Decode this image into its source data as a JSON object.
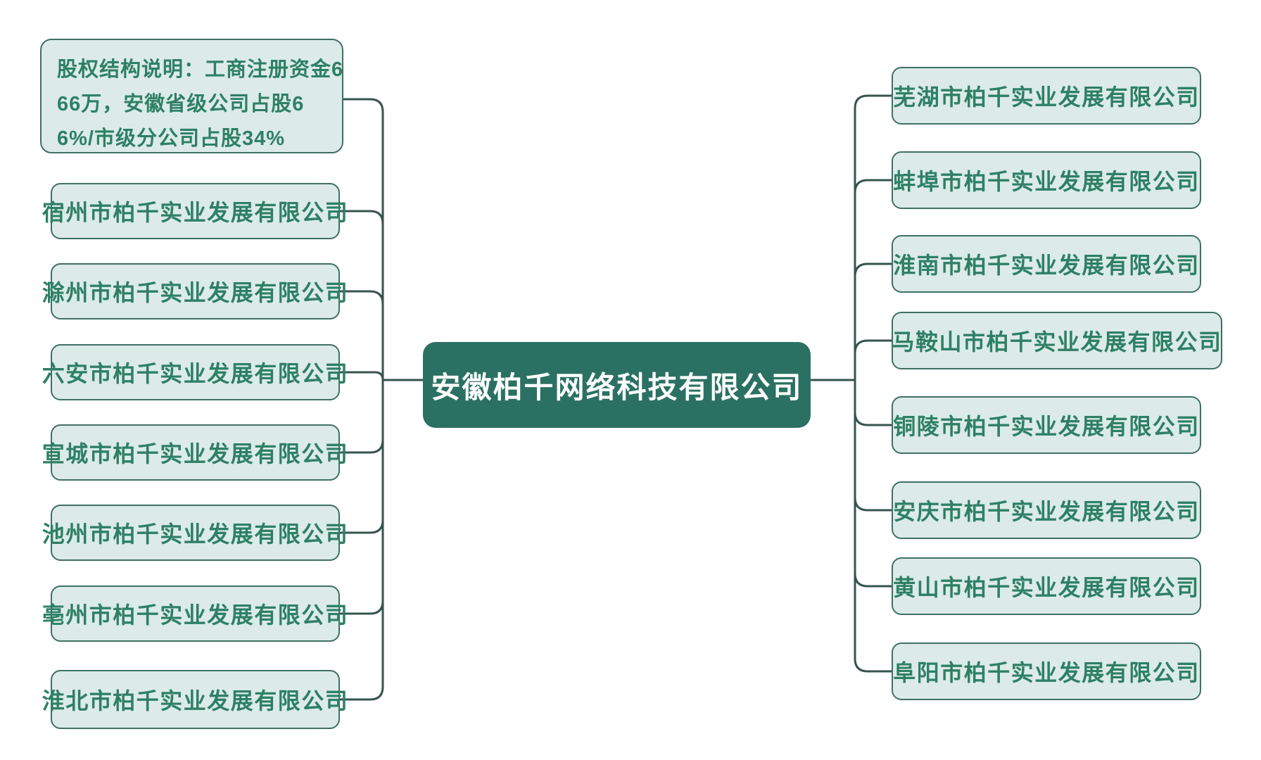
{
  "palette": {
    "background": "#ffffff",
    "node_fill": "#dcebe7",
    "node_border": "#3f7065",
    "node_text": "#2e8065",
    "root_fill": "#2b7163",
    "root_text": "#ffffff",
    "line": "#35544e"
  },
  "root": {
    "label": "安徽柏千网络科技有限公司"
  },
  "note": {
    "full_text": "股权结构说明：工商注册资金666万，安徽省级公司占股66%/市级分公司占股34%",
    "lines": [
      "股权结构说明：工商注册资金6",
      "66万，安徽省级公司占股6",
      "6%/市级分公司占股34%"
    ]
  },
  "left_nodes": [
    {
      "label": "宿州市柏千实业发展有限公司"
    },
    {
      "label": "滁州市柏千实业发展有限公司"
    },
    {
      "label": "六安市柏千实业发展有限公司"
    },
    {
      "label": "宣城市柏千实业发展有限公司"
    },
    {
      "label": "池州市柏千实业发展有限公司"
    },
    {
      "label": "亳州市柏千实业发展有限公司"
    },
    {
      "label": "淮北市柏千实业发展有限公司"
    }
  ],
  "right_nodes": [
    {
      "label": "芜湖市柏千实业发展有限公司"
    },
    {
      "label": "蚌埠市柏千实业发展有限公司"
    },
    {
      "label": "淮南市柏千实业发展有限公司"
    },
    {
      "label": "马鞍山市柏千实业发展有限公司"
    },
    {
      "label": "铜陵市柏千实业发展有限公司"
    },
    {
      "label": "安庆市柏千实业发展有限公司"
    },
    {
      "label": "黄山市柏千实业发展有限公司"
    },
    {
      "label": "阜阳市柏千实业发展有限公司"
    }
  ]
}
